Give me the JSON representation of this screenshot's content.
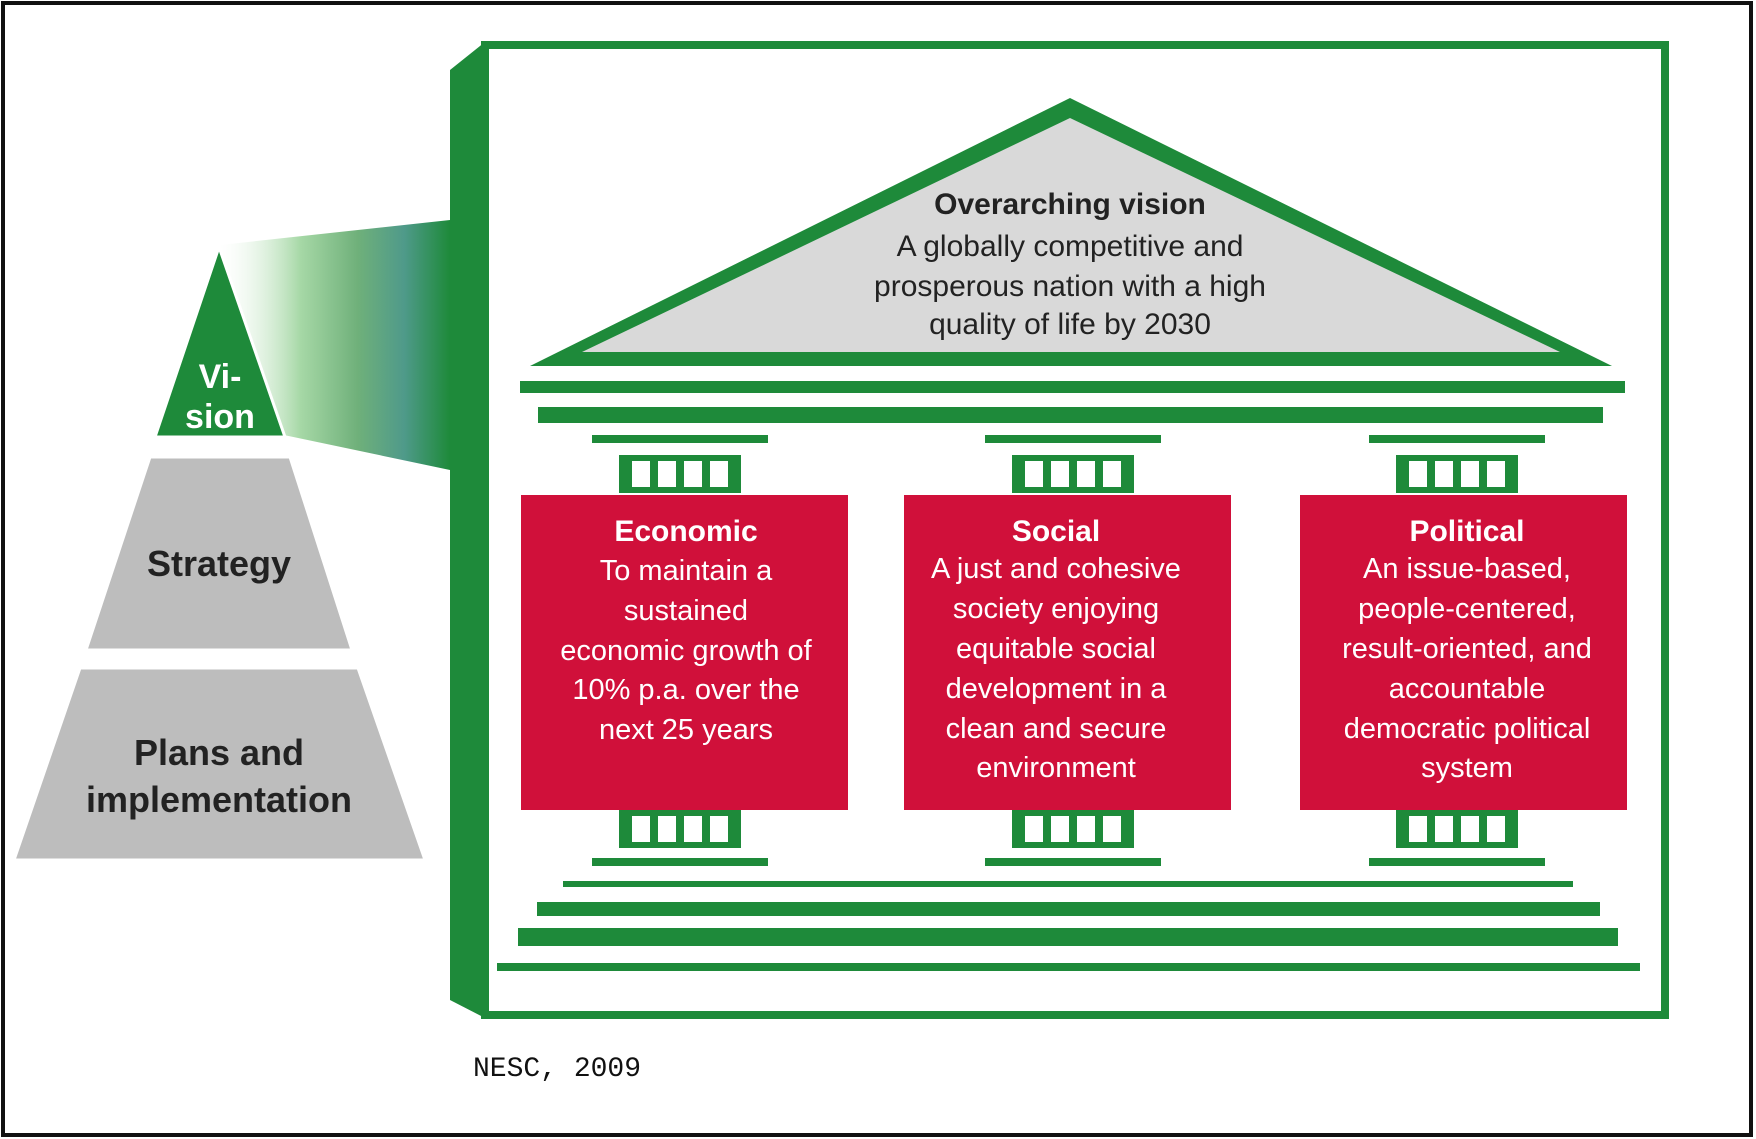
{
  "pyramid": {
    "vision_line1": "Vi-",
    "vision_line2": "sion",
    "strategy": "Strategy",
    "plans_line1": "Plans and",
    "plans_line2": "implementation"
  },
  "roof": {
    "title": "Overarching vision",
    "line1": "A globally competitive and",
    "line2": "prosperous nation with a high",
    "line3": "quality of life by 2030"
  },
  "pillars": [
    {
      "title": "Economic",
      "lines": [
        "To maintain a",
        "sustained",
        "economic growth of",
        "10% p.a. over the",
        "next 25 years"
      ]
    },
    {
      "title": "Social",
      "lines": [
        "A just and cohesive",
        "society enjoying",
        "equitable social",
        "development in a",
        "clean and secure",
        "environment"
      ]
    },
    {
      "title": "Political",
      "lines": [
        "An issue-based,",
        "people-centered,",
        "result-oriented, and",
        "accountable",
        "democratic political",
        "system"
      ]
    }
  ],
  "source": "NESC, 2009",
  "colors": {
    "green": "#1e8a3a",
    "red": "#d0103a",
    "gray": "#bdbdbd",
    "roof_fill": "#d9d9d9"
  }
}
